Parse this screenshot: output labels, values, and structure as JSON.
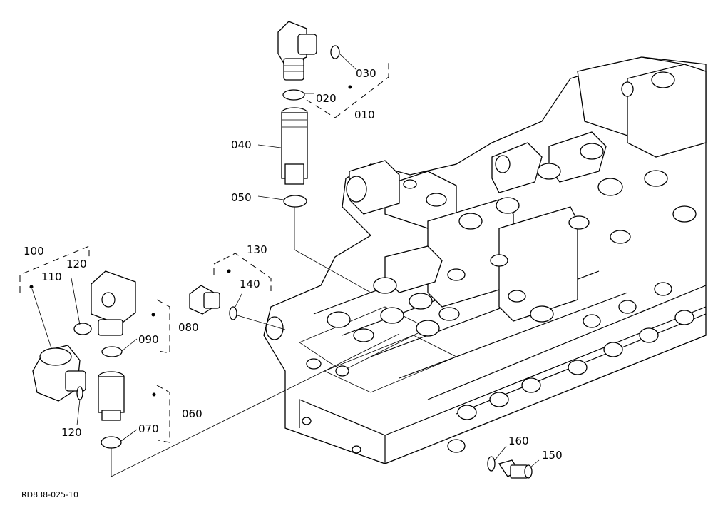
{
  "diagram": {
    "drawing_code": "RD838-025-10",
    "parts": [
      {
        "id": "p010",
        "label": "010"
      },
      {
        "id": "p020",
        "label": "020"
      },
      {
        "id": "p030",
        "label": "030"
      },
      {
        "id": "p040",
        "label": "040"
      },
      {
        "id": "p050",
        "label": "050"
      },
      {
        "id": "p060",
        "label": "060"
      },
      {
        "id": "p070",
        "label": "070"
      },
      {
        "id": "p080",
        "label": "080"
      },
      {
        "id": "p090",
        "label": "090"
      },
      {
        "id": "p100",
        "label": "100"
      },
      {
        "id": "p110",
        "label": "110"
      },
      {
        "id": "p120a",
        "label": "120"
      },
      {
        "id": "p120b",
        "label": "120"
      },
      {
        "id": "p130",
        "label": "130"
      },
      {
        "id": "p140",
        "label": "140"
      },
      {
        "id": "p150",
        "label": "150"
      },
      {
        "id": "p160",
        "label": "160"
      }
    ]
  }
}
